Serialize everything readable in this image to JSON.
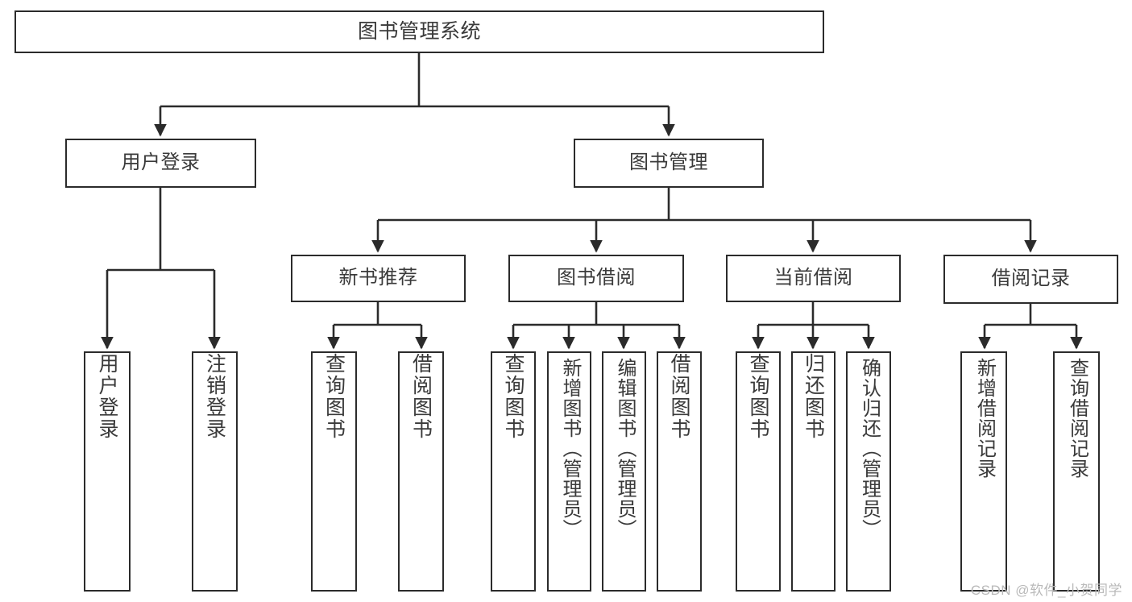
{
  "diagram": {
    "type": "tree",
    "title": "图书管理系统",
    "root": {
      "label": "图书管理系统"
    },
    "level2": [
      {
        "label": "用户登录"
      },
      {
        "label": "图书管理"
      }
    ],
    "level3": [
      {
        "label": "新书推荐"
      },
      {
        "label": "图书借阅"
      },
      {
        "label": "当前借阅"
      },
      {
        "label": "借阅记录"
      }
    ],
    "leaves": {
      "user_login": [
        {
          "label": "用户登录"
        },
        {
          "label": "注销登录"
        }
      ],
      "new_book_recommend": [
        {
          "label": "查询图书"
        },
        {
          "label": "借阅图书"
        }
      ],
      "book_borrow": [
        {
          "label": "查询图书"
        },
        {
          "label": "新增图书（管理员）"
        },
        {
          "label": "编辑图书（管理员）"
        },
        {
          "label": "借阅图书"
        }
      ],
      "current_borrow": [
        {
          "label": "查询图书"
        },
        {
          "label": "归还图书"
        },
        {
          "label": "确认归还（管理员）"
        }
      ],
      "borrow_record": [
        {
          "label": "新增借阅记录"
        },
        {
          "label": "查询借阅记录"
        }
      ]
    }
  },
  "watermark": {
    "text": "CSDN @软件_小贺同学"
  },
  "colors": {
    "stroke": "#2b2b2b",
    "text": "#3a3a3a",
    "background": "#ffffff",
    "watermark": "#b9b9b9"
  }
}
